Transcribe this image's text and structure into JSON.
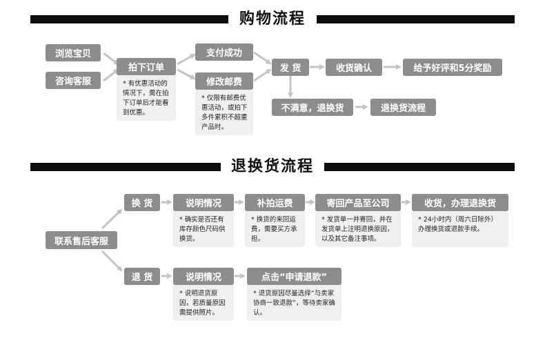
{
  "purchase": {
    "title": "购物流程",
    "browse": "浏览宝贝",
    "consult": "咨询客服",
    "order": "拍下订单",
    "order_note": "* 有优惠活动的情况下，需在拍下订单后才能看到优惠。",
    "pay": "支付成功",
    "postage": "修改邮费",
    "postage_note": "* 仅限有邮费优惠活动，或拍下多件累积不超重产品时。",
    "ship": "发 货",
    "confirm": "收货确认",
    "review": "给予好评和5分奖励",
    "unsatisfied": "不满意，退换货",
    "return_process": "退换货流程"
  },
  "returns": {
    "title": "退换货流程",
    "contact": "联系售后客服",
    "exchange": "换 货",
    "refund": "退 货",
    "explain1": "说明情况",
    "explain1_note": "* 确实是否还有库存颜色尺码供换货。",
    "shipping_fee": "补拍运费",
    "shipping_fee_note": "* 换货的来回运费，需要买方承担。",
    "send_back": "寄回产品至公司",
    "send_back_note": "* 发货单一并寄回，并在发货单上注明退换原因，以及其它备注事项。",
    "receive": "收货，办理退换货",
    "receive_note": "* 24小时内（周六日除外）办理换货或退款手续。",
    "explain2": "说明情况",
    "explain2_note": "* 说明退货原因，若质量原因需提供照片。",
    "apply_refund": "点击“申请退款”",
    "apply_refund_note": "* 退货原因尽量选择“与卖家协商一致退款”，等待卖家确认。"
  },
  "colors": {
    "box": "#8d8d8d",
    "note": "#f0f0f0",
    "arrow": "#c4c4c4",
    "bar": "#0c0c0c"
  }
}
